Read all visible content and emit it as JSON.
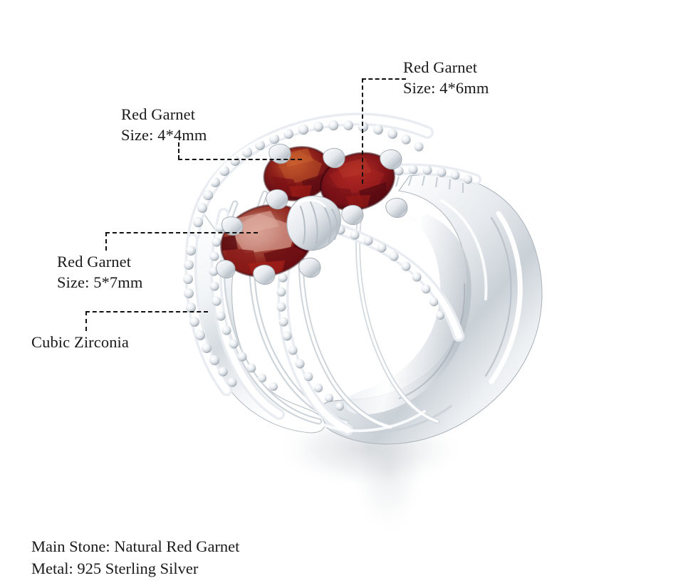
{
  "image": {
    "subject": "ring",
    "background_color": "#ffffff"
  },
  "callouts": [
    {
      "id": "garnet-4x6",
      "material": "Red Garnet",
      "size": "Size: 4*6mm",
      "target": "upper-right-oval-garnet"
    },
    {
      "id": "garnet-4x4",
      "material": "Red Garnet",
      "size": "Size: 4*4mm",
      "target": "upper-left-oval-garnet"
    },
    {
      "id": "garnet-5x7",
      "material": "Red Garnet",
      "size": "Size: 5*7mm",
      "target": "large-lower-left-oval-garnet"
    },
    {
      "id": "cubic-zirconia",
      "material": "Cubic Zirconia",
      "size": "",
      "target": "pave-band"
    }
  ],
  "specs": {
    "main_stone_line": "Main Stone: Natural Red Garnet",
    "metal_line": "Metal: 925 Sterling Silver"
  },
  "colors": {
    "text": "#1a1a1a",
    "leader_line": "#111111",
    "garnet_dark": "#6b1014",
    "garnet_mid": "#9d1f1c",
    "garnet_bright": "#c4332a",
    "garnet_highlight": "#d9735f",
    "garnet_table_pale": "#d8a79c",
    "silver_light": "#ffffff",
    "silver_mid": "#e3e6e9",
    "silver_shadow": "#b6bcc2",
    "cz_white": "#f6f8fa",
    "cz_shadow": "#9aa1a8",
    "shadow": "#d9dcdf"
  },
  "chart_data": null
}
